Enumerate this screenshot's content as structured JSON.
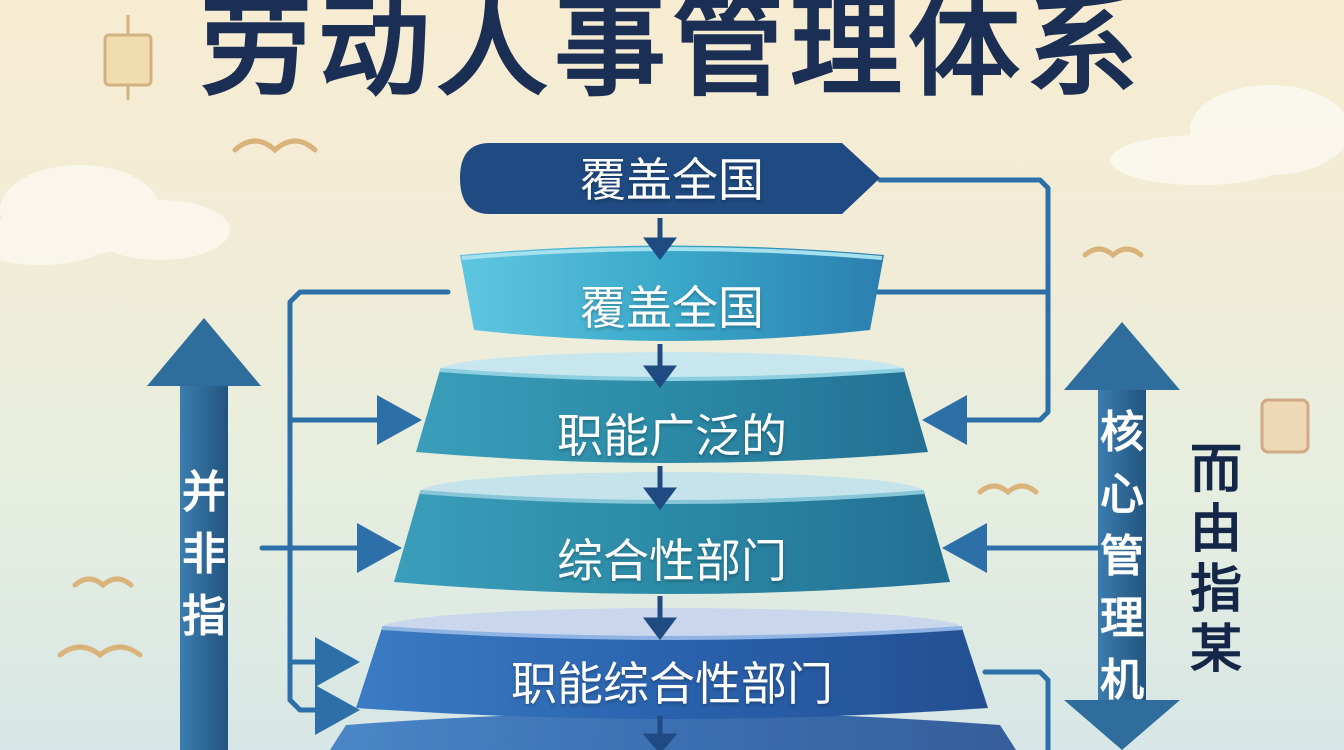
{
  "title": "劳动人事管理体系",
  "tiers": [
    "覆盖全国",
    "覆盖全国",
    "职能广泛的",
    "综合性部门",
    "职能综合性部门"
  ],
  "left_arrow_chars": [
    "并",
    "非",
    "指"
  ],
  "right_arrow_chars": [
    "核",
    "心",
    "管",
    "理",
    "机"
  ],
  "right_side_chars": [
    "而",
    "由",
    "指",
    "某"
  ],
  "colors": {
    "title": "#1b2f55",
    "tier_top": "#1f4a82",
    "tier_cyan": "#3aa8c9",
    "tier_teal": "#2b8aa5",
    "tier_blue": "#2a62ad",
    "arrow": "#2f6d9c",
    "connector": "#2d6fa8"
  }
}
